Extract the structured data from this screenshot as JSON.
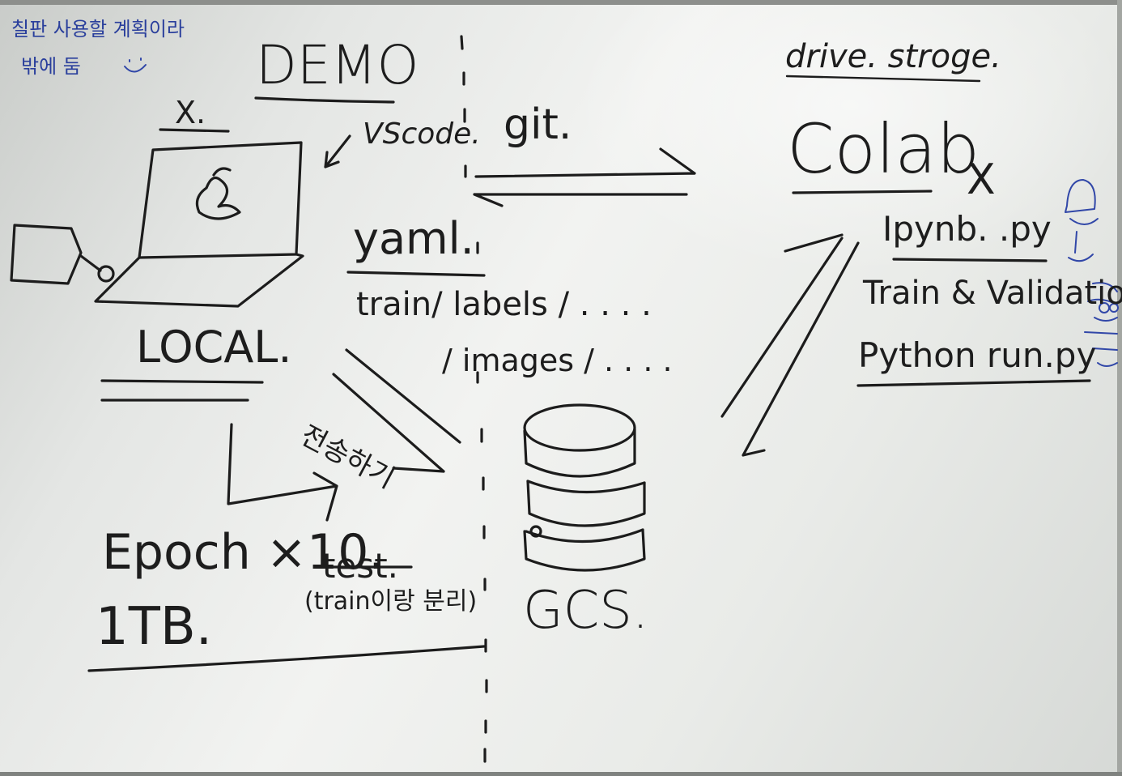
{
  "note_korean_line1": "칠판 사용할 계획이라",
  "note_korean_line2": "밖에 둠",
  "note_smiley": "☺",
  "demo": "DEMO",
  "x_mark_left": "X.",
  "vscode": "VScode.",
  "git": "git.",
  "drive_storage": "drive. stroge.",
  "colab": "Colab",
  "x_mark_right": "X",
  "ipynb_py": "Ipynb. .py",
  "train_validation": "Train & Validation",
  "python_run": "Python run.py",
  "yaml": "yaml.",
  "train_labels": "train/ labels / . . . .",
  "images_path": "/ images / . . . .",
  "local": "LOCAL.",
  "korean_transfer": "전송하기",
  "epoch": "Epoch ×10.",
  "test_label": "test.",
  "train_note": "(train이랑 분리)",
  "one_tb": "1TB.",
  "gcs": "GCS."
}
